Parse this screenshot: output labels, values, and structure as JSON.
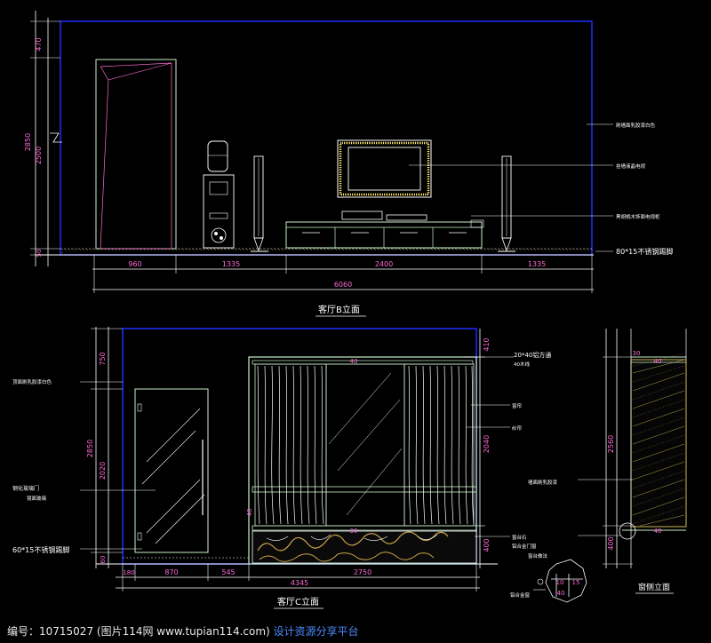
{
  "colors": {
    "background": "#000000",
    "outline": "#1e2cff",
    "line": "#ffffff",
    "furniture": "#c8f0c8",
    "hatch": "#ffe76a",
    "accent_pink": "#ff6ad5",
    "stone": "#c8a24a",
    "brand": "#4a8cff"
  },
  "elevation_b": {
    "title": "客厅B立面",
    "height_dims": [
      "470",
      "2850",
      "2500",
      "50"
    ],
    "width_dims": [
      "960",
      "1335",
      "2400",
      "1335"
    ],
    "total_width": "6060",
    "notes": [
      "刷墙面乳胶漆白色",
      "挂墙液晶电视",
      "黑胡桃木饰面电视柜",
      "80*15不锈钢踢脚"
    ]
  },
  "elevation_c": {
    "title": "客厅C立面",
    "height_dims": [
      "750",
      "2850",
      "2020",
      "60"
    ],
    "right_dims": [
      "410",
      "2040",
      "400"
    ],
    "width_dims": [
      "180",
      "870",
      "545",
      "2750"
    ],
    "total_width": "4345",
    "notes_left": [
      "顶面刷乳胶漆白色",
      "钢化玻璃门",
      "镜面玻璃",
      "60*15不锈钢踢脚"
    ],
    "notes_right": [
      "20*40铝方通",
      "40木线",
      "窗帘",
      "纱帘",
      "窗台石",
      "铝合金门窗"
    ],
    "inner_marks": [
      "40",
      "40",
      "30"
    ]
  },
  "side_section": {
    "title": "窗侧立面",
    "dims": [
      "2560",
      "400"
    ],
    "marks": [
      "30",
      "40",
      "40"
    ],
    "notes": [
      "墙面刷乳胶漆",
      "窗台做法"
    ]
  },
  "detail": {
    "marks": [
      "10",
      "15",
      "40"
    ],
    "note": "铝合金窗"
  },
  "footer": {
    "label": "编号：10715027 (图片114网 www.tupian114.com)",
    "brand": "设计资源分享平台"
  }
}
